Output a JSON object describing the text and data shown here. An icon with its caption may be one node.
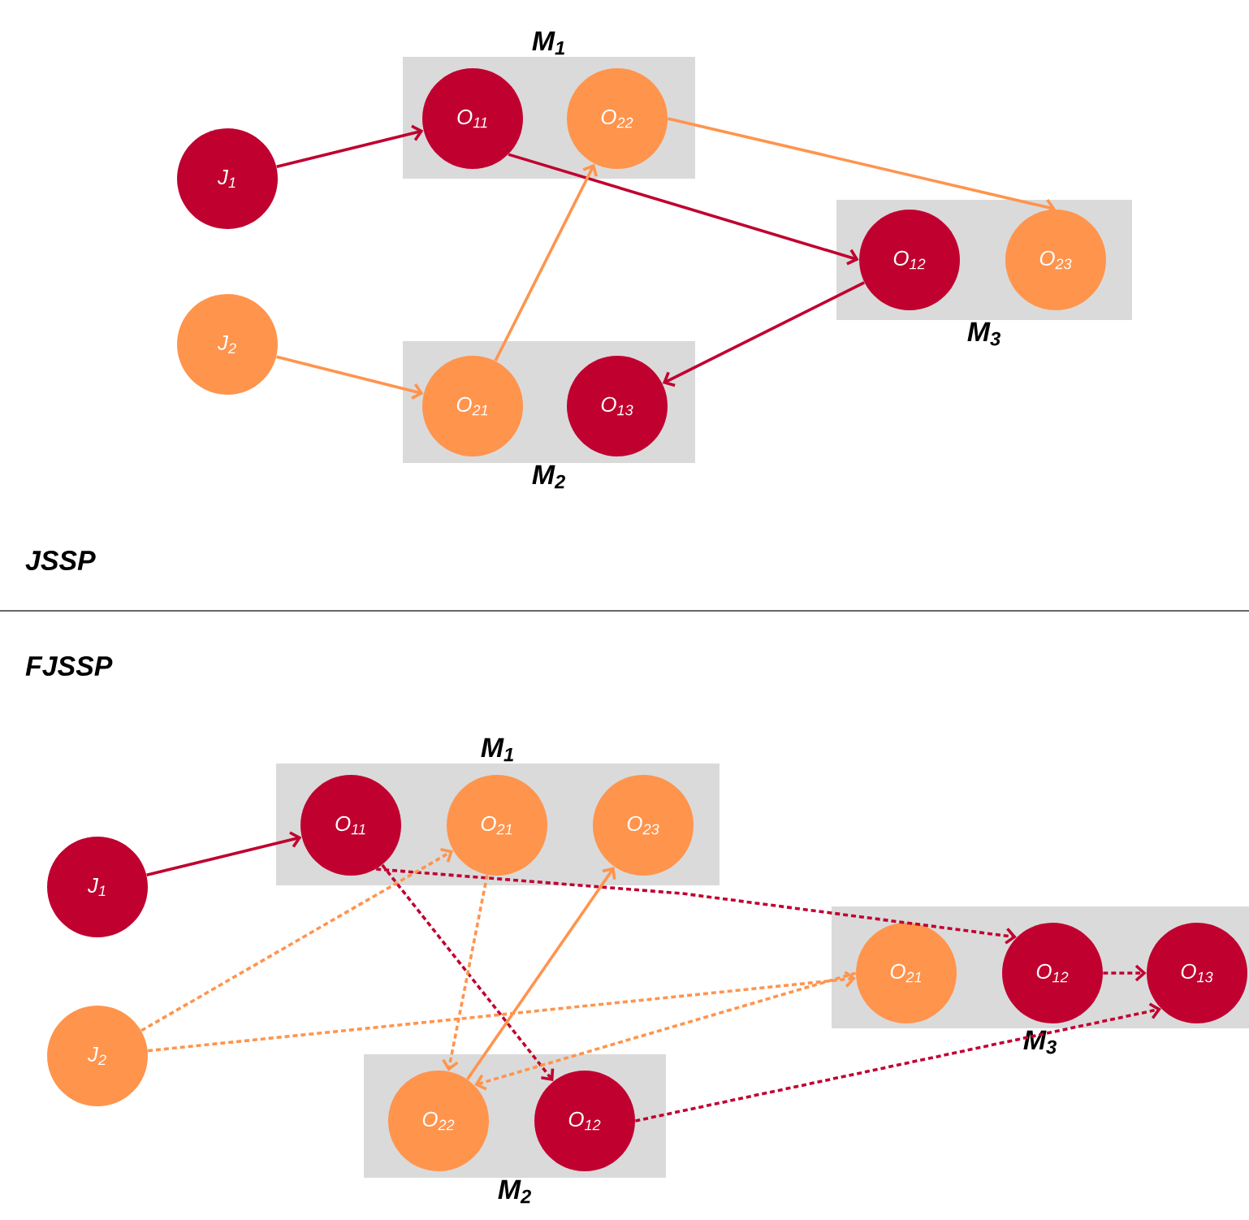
{
  "diagram": {
    "nodes": [
      {
        "text": [
          "M$_{1}$"
        ]
      },
      {
        "text": [
          "J$_{1}$"
        ]
      },
      {
        "text": [
          "O$_{11}$"
        ],
        "in": 0
      },
      {
        "text": [
          "O$_{22}$"
        ],
        "in": 0
      },
      {
        "text": [
          "M$_{2}$"
        ]
      },
      {
        "text": [
          "J$_{2}$"
        ]
      },
      {
        "text": [
          "O$_{21}$"
        ],
        "in": 4
      },
      {
        "text": [
          "O$_{13}$"
        ],
        "in": 4
      },
      {
        "text": [
          "M$_{3}$"
        ]
      },
      {
        "text": [
          "O$_{12}$"
        ],
        "in": 8
      },
      {
        "text": [
          "O$_{23}$"
        ],
        "in": 8
      },
      {
        "text": [
          "M$_{1}$"
        ]
      },
      {
        "text": [
          "J$_{1}$"
        ]
      },
      {
        "text": [
          "O$_{11}$"
        ],
        "in": 11
      },
      {
        "text": [
          "O$_{21}$"
        ],
        "in": 11
      },
      {
        "text": [
          "O$_{23}$"
        ],
        "in": 11
      },
      {
        "text": [
          "M$_{3}$"
        ]
      },
      {
        "text": [
          "O$_{21}$"
        ],
        "in": 16
      },
      {
        "text": [
          "O$_{12}$"
        ],
        "in": 16
      },
      {
        "text": [
          "O$_{13}$"
        ],
        "in": 16
      },
      {
        "text": [
          "J$_{2}$"
        ]
      },
      {
        "text": [
          "M$_{2}$"
        ]
      },
      {
        "text": [
          "O$_{22}$"
        ],
        "in": 21
      },
      {
        "text": [
          "O$_{12}$"
        ],
        "in": 21
      }
    ],
    "edges": [
      {
        "from": 1,
        "to": 2,
        "arrow": "to",
        "color": "#c0002f"
      },
      {
        "from": 2,
        "to": 9,
        "arrow": "to",
        "color": "#c0002f"
      },
      {
        "from": 9,
        "to": 7,
        "arrow": "to",
        "color": "#c0002f"
      },
      {
        "from": 5,
        "to": 6,
        "arrow": "to",
        "color": "#ff944d"
      },
      {
        "from": 6,
        "to": 3,
        "arrow": "to",
        "color": "#ff944d"
      },
      {
        "from": 3,
        "to": 10,
        "arrow": "to",
        "color": "#ff944d"
      },
      {
        "from": 12,
        "to": 13,
        "arrow": "to",
        "color": "#c0002f"
      },
      {
        "from": 13,
        "to": 18,
        "arrow": "to",
        "style": "dashed",
        "color": "#c0002f"
      },
      {
        "from": 13,
        "to": 23,
        "arrow": "to",
        "style": "dashed",
        "color": "#c0002f"
      },
      {
        "from": 18,
        "to": 19,
        "arrow": "to",
        "style": "dashed",
        "color": "#c0002f"
      },
      {
        "from": 23,
        "to": 19,
        "arrow": "to",
        "style": "dashed",
        "color": "#c0002f"
      },
      {
        "from": 20,
        "to": 14,
        "arrow": "to",
        "style": "dashed",
        "color": "#ff944d"
      },
      {
        "from": 20,
        "to": 17,
        "arrow": "to",
        "style": "dashed",
        "color": "#ff944d"
      },
      {
        "from": 14,
        "to": 22,
        "arrow": "to",
        "style": "dashed",
        "color": "#ff944d"
      },
      {
        "from": 17,
        "to": 22,
        "arrow": "to",
        "style": "dashed",
        "color": "#ff944d"
      },
      {
        "from": 22,
        "to": 15,
        "arrow": "to",
        "color": "#ff944d"
      }
    ],
    "labels": [
      "JSSP",
      "FJSSP"
    ]
  }
}
